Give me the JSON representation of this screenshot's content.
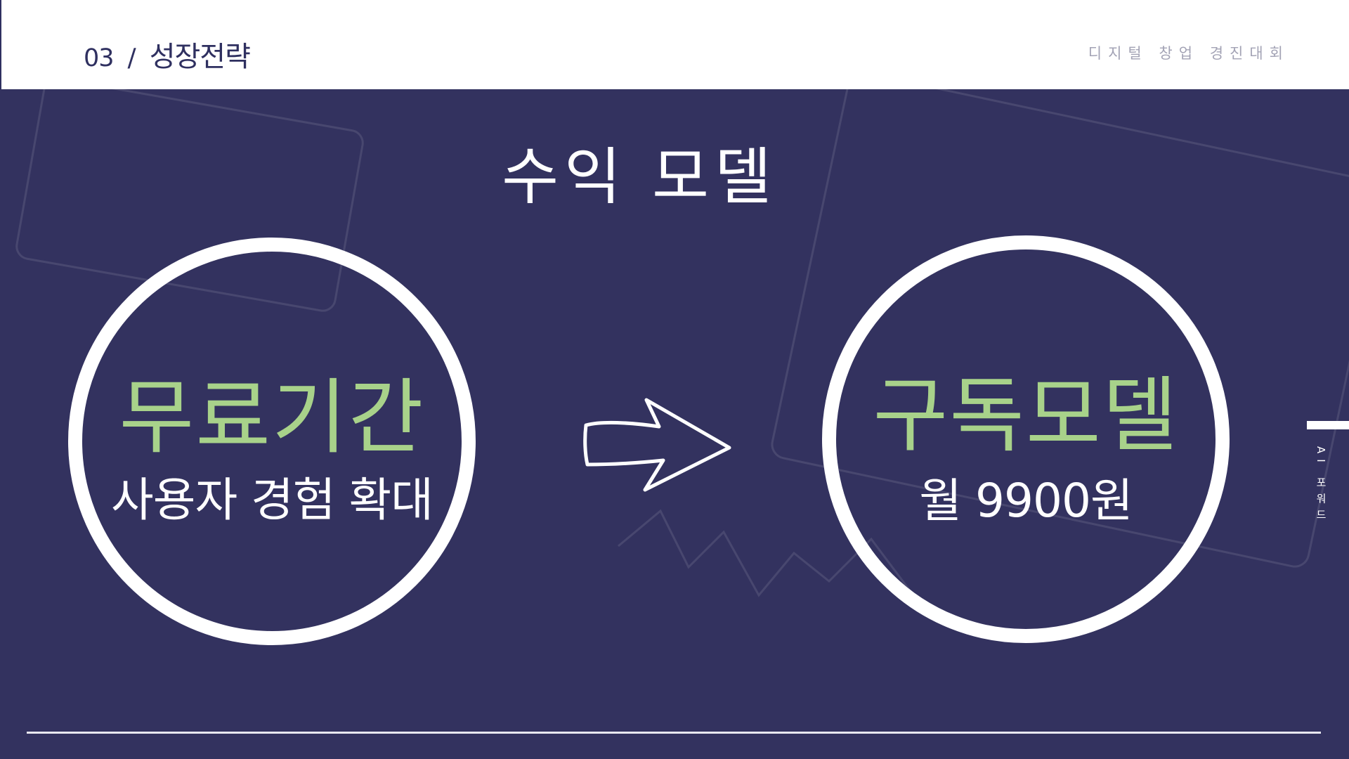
{
  "header": {
    "section_number": "03",
    "separator": "/",
    "section_title": "성장전략",
    "event_name": "디지털 창업 경진대회"
  },
  "slide": {
    "title": "수익 모델",
    "left_circle": {
      "heading": "무료기간",
      "subtext": "사용자 경험 확대"
    },
    "right_circle": {
      "heading": "구독모델",
      "subtext": "월 9900원"
    },
    "side_label": "AI 포워드",
    "arrow_icon": "arrow-right-icon"
  },
  "colors": {
    "background": "#33325f",
    "accent_green": "#a8d28a",
    "header_text": "#2f3060",
    "muted_text": "#a3a3b5"
  }
}
